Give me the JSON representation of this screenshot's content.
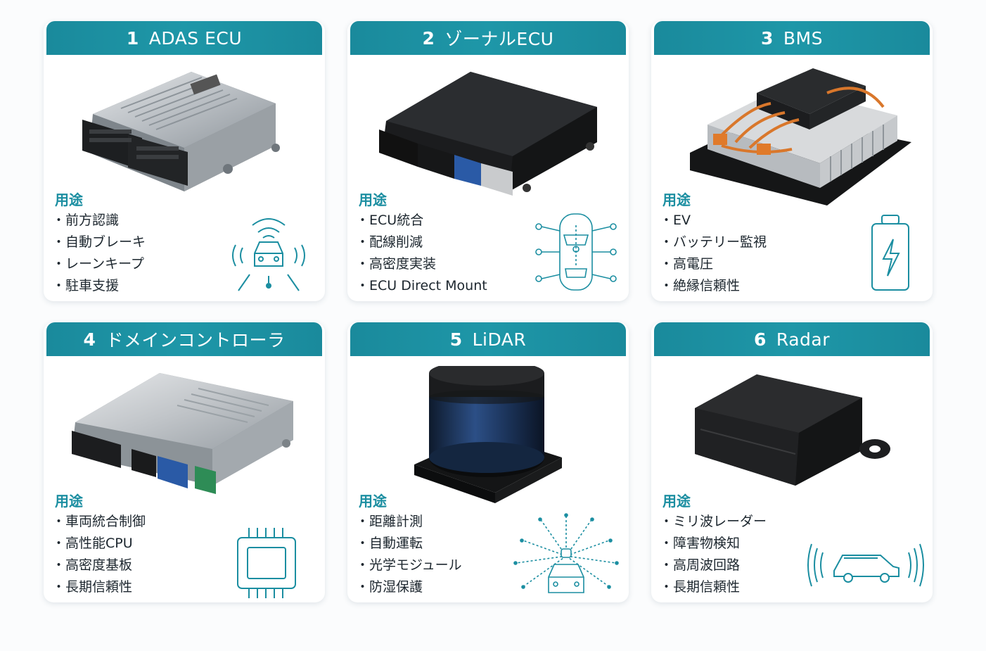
{
  "cards": [
    {
      "number": "1",
      "title": "ADAS ECU",
      "use_label": "用途",
      "uses": [
        "前方認識",
        "自動ブレーキ",
        "レーンキープ",
        "駐車支援"
      ],
      "icon": "car-sensor-waves-icon"
    },
    {
      "number": "2",
      "title": "ゾーナルECU",
      "use_label": "用途",
      "uses": [
        "ECU統合",
        "配線削減",
        "高密度実装",
        "ECU Direct Mount"
      ],
      "icon": "car-network-icon"
    },
    {
      "number": "3",
      "title": "BMS",
      "use_label": "用途",
      "uses": [
        "EV",
        "バッテリー監視",
        "高電圧",
        "絶縁信頼性"
      ],
      "icon": "battery-bolt-icon"
    },
    {
      "number": "4",
      "title": "ドメインコントローラ",
      "use_label": "用途",
      "uses": [
        "車両統合制御",
        "高性能CPU",
        "高密度基板",
        "長期信頼性"
      ],
      "icon": "chip-icon"
    },
    {
      "number": "5",
      "title": "LiDAR",
      "use_label": "用途",
      "uses": [
        "距離計測",
        "自動運転",
        "光学モジュール",
        "防湿保護"
      ],
      "icon": "lidar-burst-icon"
    },
    {
      "number": "6",
      "title": "Radar",
      "use_label": "用途",
      "uses": [
        "ミリ波レーダー",
        "障害物検知",
        "高周波回路",
        "長期信頼性"
      ],
      "icon": "radar-car-icon"
    }
  ],
  "colors": {
    "accent": "#1b8ea1",
    "header": "#1a8a9c",
    "text": "#1c262e"
  }
}
